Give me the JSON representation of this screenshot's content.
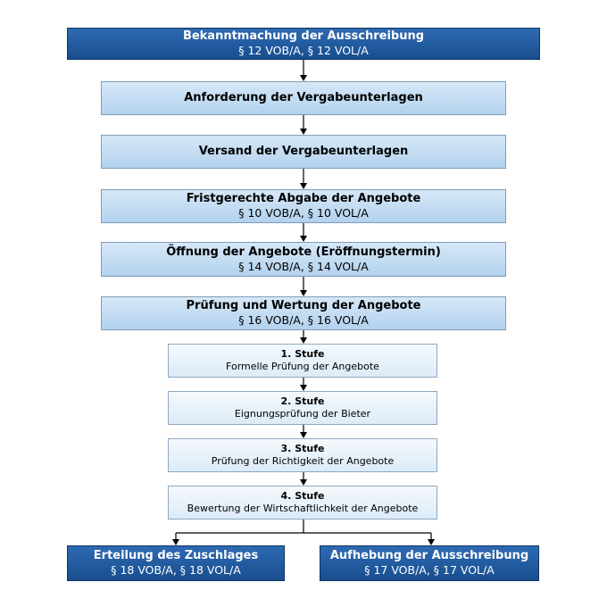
{
  "header": {
    "title": "Bekanntmachung der Ausschreibung",
    "sub": "§ 12 VOB/A, § 12 VOL/A"
  },
  "steps": [
    {
      "title": "Anforderung der Vergabeunterlagen"
    },
    {
      "title": "Versand der Vergabeunterlagen"
    },
    {
      "title": "Fristgerechte Abgabe der Angebote",
      "sub": "§ 10 VOB/A, § 10 VOL/A"
    },
    {
      "title": "Öffnung der Angebote (Eröffnungstermin)",
      "sub": "§ 14 VOB/A, § 14 VOL/A"
    },
    {
      "title": "Prüfung und Wertung der Angebote",
      "sub": "§ 16 VOB/A, § 16 VOL/A"
    }
  ],
  "stages": [
    {
      "title": "1. Stufe",
      "sub": "Formelle Prüfung der Angebote"
    },
    {
      "title": "2. Stufe",
      "sub": "Eignungsprüfung der Bieter"
    },
    {
      "title": "3. Stufe",
      "sub": "Prüfung der Richtigkeit der Angebote"
    },
    {
      "title": "4. Stufe",
      "sub": "Bewertung der Wirtschaftlichkeit der Angebote"
    }
  ],
  "outcomes": [
    {
      "title": "Erteilung des Zuschlages",
      "sub": "§ 18 VOB/A, § 18 VOL/A"
    },
    {
      "title": "Aufhebung der Ausschreibung",
      "sub": "§ 17 VOB/A, § 17 VOL/A"
    }
  ]
}
